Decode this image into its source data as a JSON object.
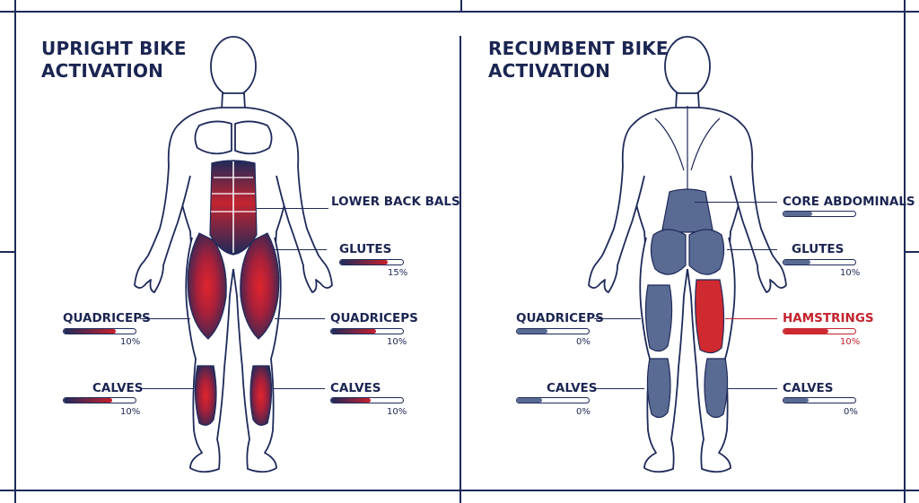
{
  "colors": {
    "navy": "#1e2a5a",
    "activation_red": "#c8202c",
    "recumbent_muscle": "#5a6b93",
    "hamstring_highlight": "#cf2a30"
  },
  "upright": {
    "title_line1": "UPRIGHT BIKE",
    "title_line2": "ACTIVATION",
    "labels": {
      "lower_back": "LOWER BACK BALS",
      "glutes": "GLUTES",
      "glutes_pct": "15%",
      "quad_left": "QUADRICEPS",
      "quad_left_pct": "10%",
      "quad_right": "QUADRICEPS",
      "quad_right_pct": "10%",
      "calves_left": "CALVES",
      "calves_left_pct": "10%",
      "calves_right": "CALVES",
      "calves_right_pct": "10%"
    }
  },
  "recumbent": {
    "title_line1": "RECUMBENT BIKE",
    "title_line2": "ACTIVATION",
    "labels": {
      "core": "CORE ABDOMINALS",
      "glutes": "GLUTES",
      "glutes_pct": "10%",
      "quad": "QUADRICEPS",
      "quad_pct": "0%",
      "hamstrings": "HAMSTRINGS",
      "hamstrings_pct": "10%",
      "calves_left": "CALVES",
      "calves_left_pct": "0%",
      "calves_right": "CALVES",
      "calves_right_pct": "0%"
    }
  },
  "bar_levels": {
    "upright_glutes": 0.75,
    "upright_quad_left": 0.72,
    "upright_quad_right": 0.62,
    "upright_calves_left": 0.68,
    "upright_calves_right": 0.55,
    "recumbent_core": 0.4,
    "recumbent_glutes": 0.38,
    "recumbent_quad": 0.42,
    "recumbent_hamstrings": 0.62,
    "recumbent_calves_left": 0.35,
    "recumbent_calves_right": 0.35
  }
}
